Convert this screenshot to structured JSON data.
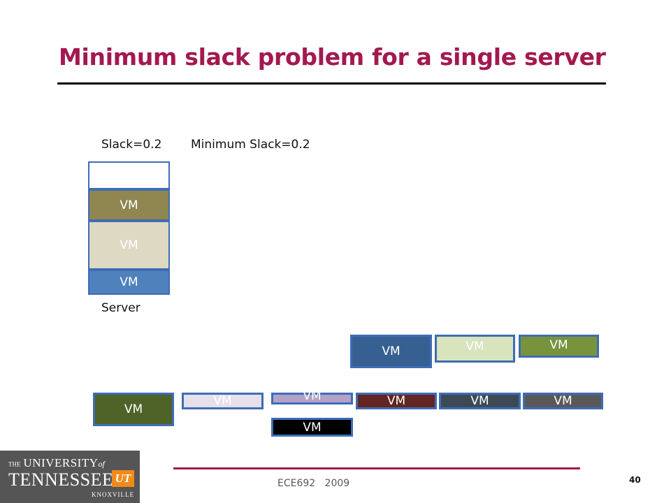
{
  "slide": {
    "title": "Minimum slack problem for a single server",
    "slack_label": "Slack=0.2",
    "min_slack_label": "Minimum Slack=0.2",
    "server_label": "Server",
    "footer": "ECE692   2009",
    "page_number": "40"
  },
  "server_vms": [
    {
      "label": "VM",
      "color": "#8f8650"
    },
    {
      "label": "VM",
      "color": "#ddd9c3"
    },
    {
      "label": "VM",
      "color": "#4f81bd"
    }
  ],
  "pending_vms": [
    {
      "label": "VM",
      "color": "#376092"
    },
    {
      "label": "VM",
      "color": "#d7e4bd"
    },
    {
      "label": "VM",
      "color": "#77933c"
    },
    {
      "label": "VM",
      "color": "#4f6228"
    },
    {
      "label": "VM",
      "color": "#e6e0ec"
    },
    {
      "label": "VM",
      "color": "#b3a2c7"
    },
    {
      "label": "VM",
      "color": "#632523"
    },
    {
      "label": "VM",
      "color": "#3d4a55"
    },
    {
      "label": "VM",
      "color": "#595959"
    },
    {
      "label": "VM",
      "color": "#000000"
    }
  ],
  "logo": {
    "line1_prefix": "THE",
    "line1": "UNIVERSITY",
    "line1_suffix": "of",
    "line2": "TENNESSEE",
    "mark": "UT",
    "line3": "KNOXVILLE"
  }
}
